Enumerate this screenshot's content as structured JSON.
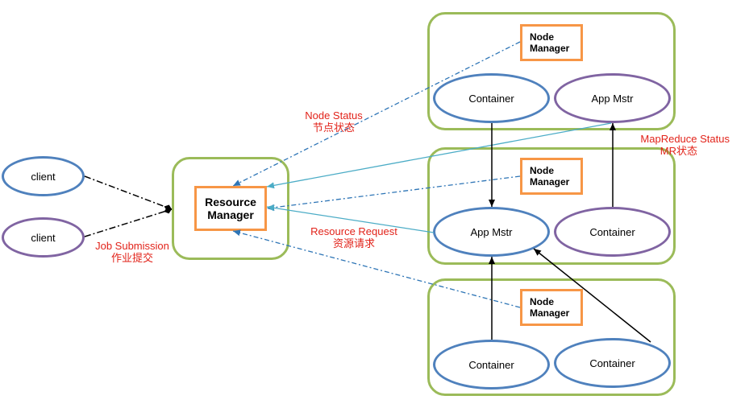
{
  "clients": [
    {
      "label": "client"
    },
    {
      "label": "client"
    }
  ],
  "resource_manager": {
    "line1": "Resource",
    "line2": "Manager"
  },
  "nodes": [
    {
      "node_manager": {
        "line1": "Node",
        "line2": "Manager"
      },
      "left": "Container",
      "right": "App Mstr"
    },
    {
      "node_manager": {
        "line1": "Node",
        "line2": "Manager"
      },
      "left": "App Mstr",
      "right": "Container"
    },
    {
      "node_manager": {
        "line1": "Node",
        "line2": "Manager"
      },
      "left": "Container",
      "right": "Container"
    }
  ],
  "labels": {
    "node_status": {
      "en": "Node Status",
      "zh": "节点状态"
    },
    "mapreduce_status": {
      "en": "MapReduce Status",
      "zh": "MR状态"
    },
    "resource_request": {
      "en": "Resource Request",
      "zh": "资源请求"
    },
    "job_submission": {
      "en": "Job Submission",
      "zh": "作业提交"
    }
  },
  "colors": {
    "panel_border": "#9bbb59",
    "node_manager_border": "#f79646",
    "ellipse_blue": "#4f81bd",
    "ellipse_purple": "#8064a2",
    "label_red": "#e2231a",
    "arrow_teal": "#4bacc6",
    "arrow_dashdot_blue": "#2e75b6"
  }
}
